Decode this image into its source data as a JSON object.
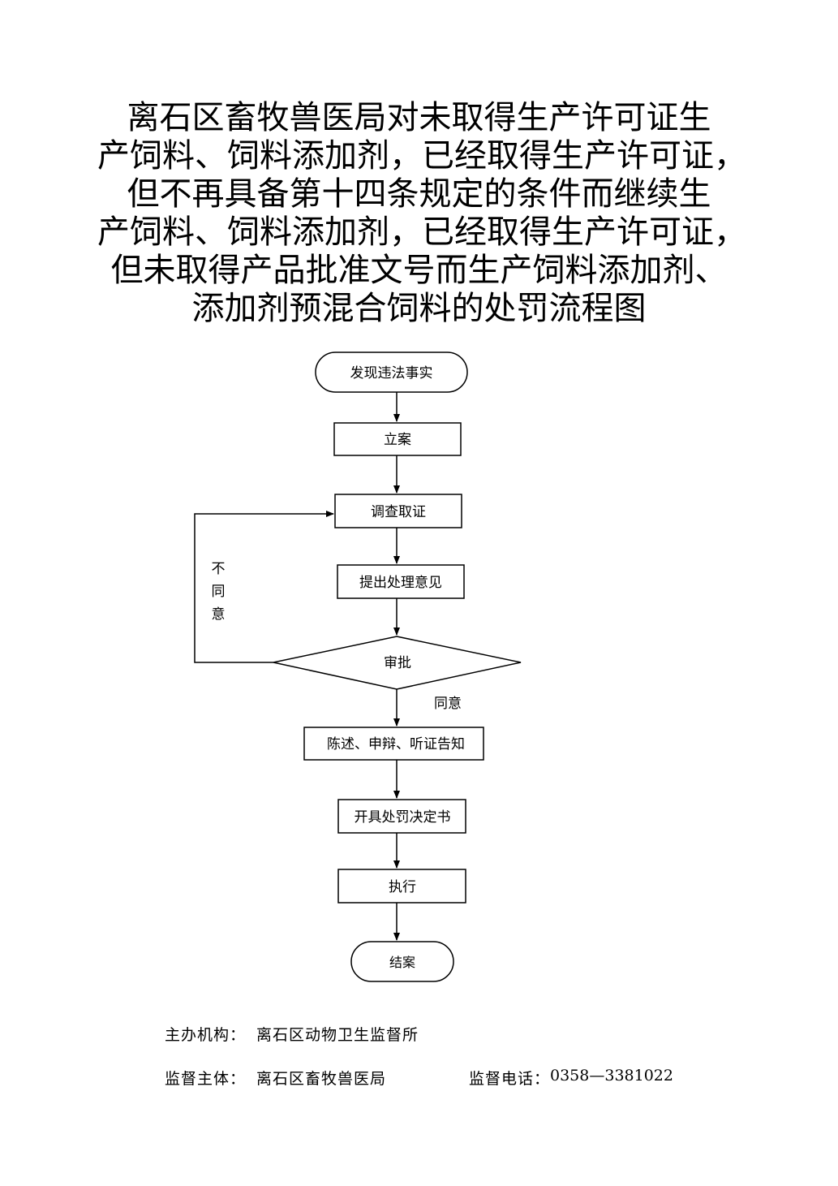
{
  "title": {
    "lines": [
      "离石区畜牧兽医局对未取得生产许可证生",
      "产饲料、饲料添加剂，已经取得生产许可证，",
      "但不再具备第十四条规定的条件而继续生",
      "产饲料、饲料添加剂，已经取得生产许可证，",
      "但未取得产品批准文号而生产饲料添加剂、",
      "添加剂预混合饲料的处罚流程图"
    ]
  },
  "flow": {
    "start": "发现违法事实",
    "file_case": "立案",
    "investigate": "调查取证",
    "propose": "提出处理意见",
    "approve": "审批",
    "agree": "同意",
    "disagree": [
      "不",
      "同",
      "意"
    ],
    "notify": "陈述、申辩、听证告知",
    "decision": "开具处罚决定书",
    "execute": "执行",
    "close": "结案"
  },
  "footer": {
    "organizer_label": "主办机构：",
    "organizer": "离石区动物卫生监督所",
    "supervisor_label": "监督主体：",
    "supervisor": "离石区畜牧兽医局",
    "phone_label": "监督电话：",
    "phone": "0358—3381022"
  }
}
